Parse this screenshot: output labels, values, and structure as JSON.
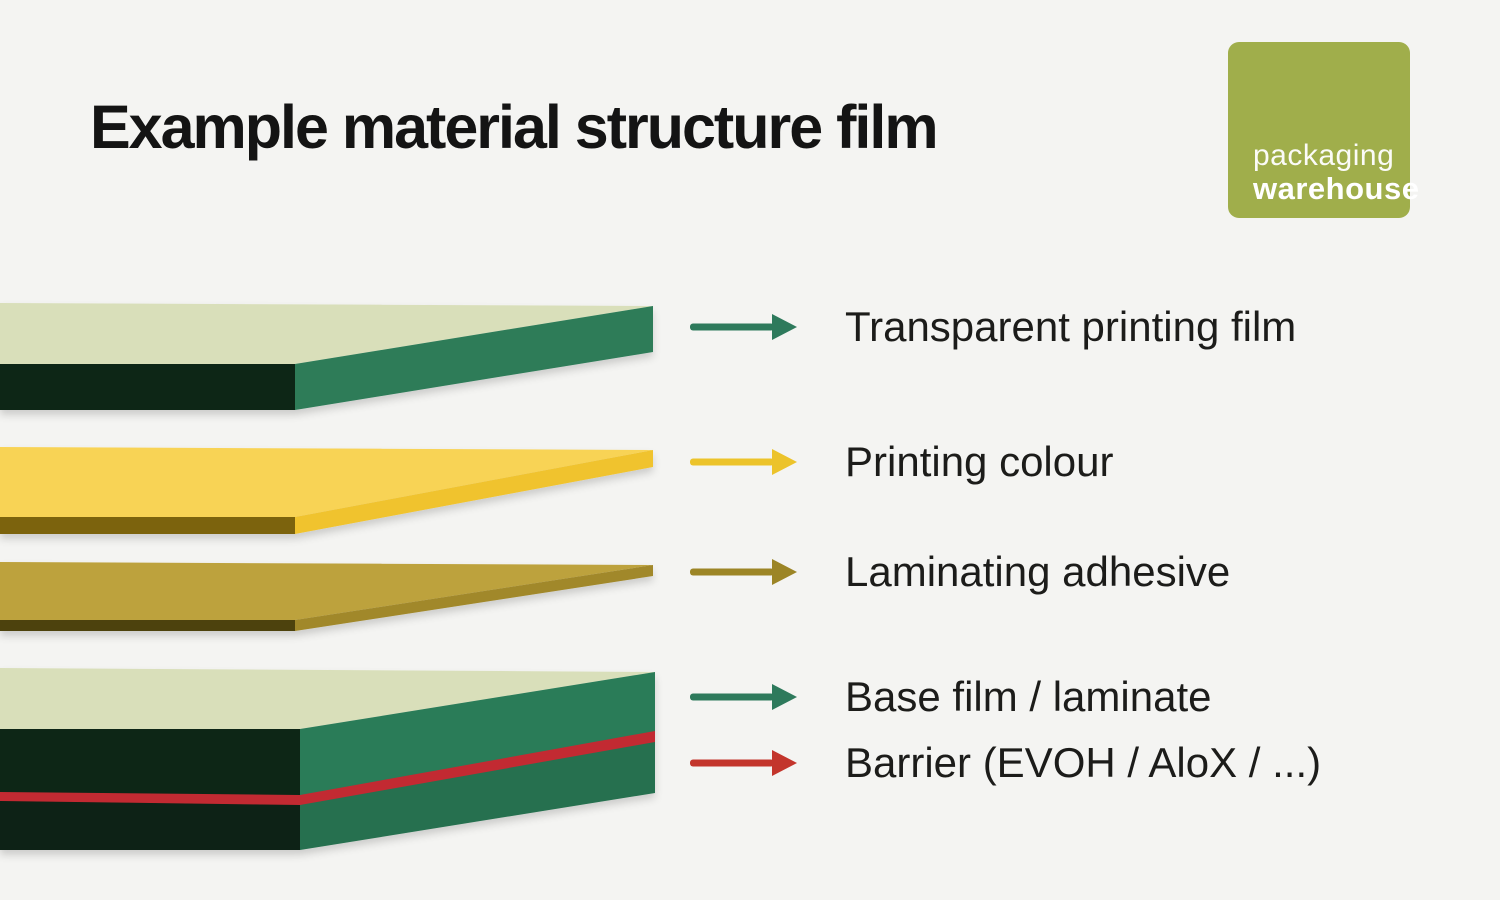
{
  "header": {
    "title": "Example material structure film"
  },
  "logo": {
    "line1": "packaging",
    "line2": "warehouse",
    "bg_color": "#a0ae4b",
    "text_color": "#ffffff"
  },
  "background_color": "#f4f4f2",
  "diagram": {
    "layers": [
      {
        "label": "Transparent printing film",
        "arrow_color": "#2e7a5c",
        "colors": {
          "top": "#d9dfba",
          "front": "#0a2517",
          "side": "#2d7c59"
        }
      },
      {
        "label": "Printing colour",
        "arrow_color": "#ecc32b",
        "colors": {
          "top": "#f8d355",
          "front": "#7c6310",
          "side": "#f0c32f"
        }
      },
      {
        "label": "Laminating adhesive",
        "arrow_color": "#9c8526",
        "colors": {
          "top": "#bda23c",
          "front": "#4e4207",
          "side": "#a18829"
        }
      },
      {
        "label": "Base film / laminate",
        "arrow_color": "#2e7a5c",
        "colors": {
          "top": "#d9dfba",
          "front_upper": "#0b2719",
          "front_lower": "#082115",
          "side_upper": "#2b7b58",
          "side_lower": "#26704f"
        }
      },
      {
        "label": "Barrier (EVOH / AloX / ...)",
        "arrow_color": "#c3352c",
        "colors": {
          "stripe": "#c22a32"
        }
      }
    ]
  }
}
